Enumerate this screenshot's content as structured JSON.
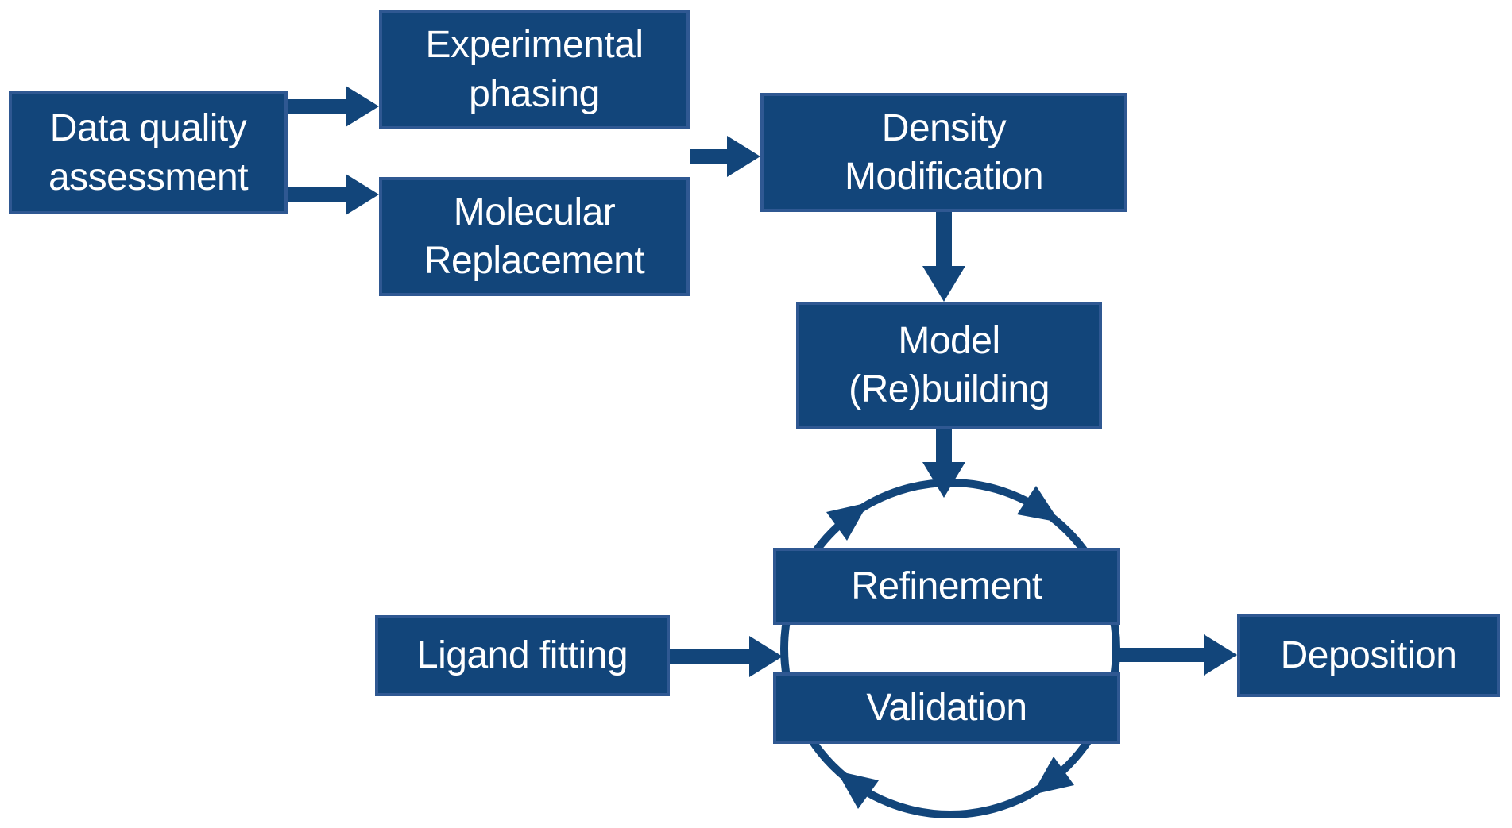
{
  "diagram": {
    "nodes": {
      "data_quality_assessment": {
        "lines": [
          "Data quality",
          "assessment"
        ]
      },
      "experimental_phasing": {
        "lines": [
          "Experimental",
          "phasing"
        ]
      },
      "molecular_replacement": {
        "lines": [
          "Molecular",
          "Replacement"
        ]
      },
      "density_modification": {
        "lines": [
          "Density",
          "Modification"
        ]
      },
      "model_rebuilding": {
        "lines": [
          "Model",
          "(Re)building"
        ]
      },
      "refinement": {
        "lines": [
          "Refinement"
        ]
      },
      "validation": {
        "lines": [
          "Validation"
        ]
      },
      "ligand_fitting": {
        "lines": [
          "Ligand fitting"
        ]
      },
      "deposition": {
        "lines": [
          "Deposition"
        ]
      }
    },
    "edges": [
      {
        "from": "data_quality_assessment",
        "to": "experimental_phasing"
      },
      {
        "from": "data_quality_assessment",
        "to": "molecular_replacement"
      },
      {
        "from": [
          "experimental_phasing",
          "molecular_replacement"
        ],
        "to": "density_modification"
      },
      {
        "from": "density_modification",
        "to": "model_rebuilding"
      },
      {
        "from": "model_rebuilding",
        "to": "refinement_validation_cycle"
      },
      {
        "from": "ligand_fitting",
        "to": "refinement_validation_cycle"
      },
      {
        "from": "refinement_validation_cycle",
        "to": "deposition"
      }
    ],
    "cycle": {
      "members": [
        "Refinement",
        "Validation"
      ],
      "direction": "clockwise",
      "arrowhead_count": 4
    },
    "colors": {
      "box_fill": "#12457A",
      "box_border": "#2F5892",
      "arrow": "#12457A",
      "text": "#FFFFFF",
      "background": "#FFFFFF"
    }
  }
}
